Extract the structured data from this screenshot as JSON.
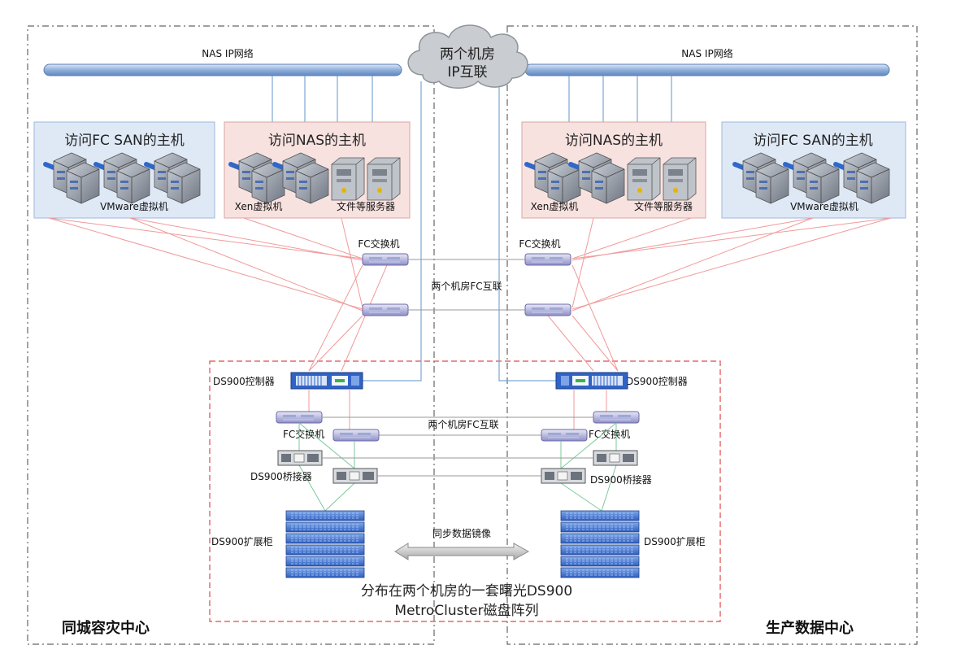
{
  "network": {
    "left_label": "NAS IP网络",
    "right_label": "NAS IP网络",
    "cloud_line1": "两个机房",
    "cloud_line2": "IP互联"
  },
  "hosts": {
    "left_fc_title": "访问FC SAN的主机",
    "left_fc_sub": "VMware虚拟机",
    "left_nas_title": "访问NAS的主机",
    "left_nas_sub1": "Xen虚拟机",
    "left_nas_sub2": "文件等服务器",
    "right_nas_title": "访问NAS的主机",
    "right_nas_sub1": "Xen虚拟机",
    "right_nas_sub2": "文件等服务器",
    "right_fc_title": "访问FC SAN的主机",
    "right_fc_sub": "VMware虚拟机"
  },
  "switches": {
    "left_label": "FC交换机",
    "right_label": "FC交换机",
    "interlink": "两个机房FC互联"
  },
  "storage": {
    "left_controller": "DS900控制器",
    "right_controller": "DS900控制器",
    "left_fc": "FC交换机",
    "right_fc": "FC交换机",
    "interlink": "两个机房FC互联",
    "left_bridge": "DS900桥接器",
    "right_bridge": "DS900桥接器",
    "left_shelf": "DS900扩展柜",
    "right_shelf": "DS900扩展柜",
    "mirror": "同步数据镜像",
    "caption1": "分布在两个机房的一套曙光DS900",
    "caption2": "MetroCluster磁盘阵列"
  },
  "sites": {
    "left": "同城容灾中心",
    "right": "生产数据中心"
  }
}
